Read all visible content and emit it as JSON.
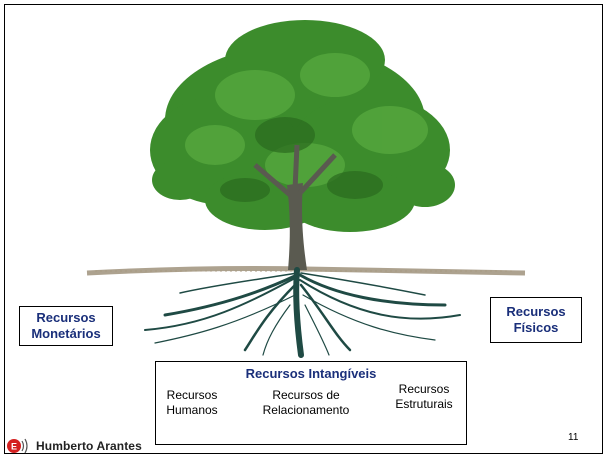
{
  "left_box": {
    "line1": "Recursos",
    "line2": "Monetários"
  },
  "right_box": {
    "line1": "Recursos",
    "line2": "Físicos"
  },
  "center_box": {
    "title": "Recursos  Intangíveis",
    "items": [
      {
        "line1": "Recursos",
        "line2": "Humanos"
      },
      {
        "line1": "Recursos de",
        "line2": "Relacionamento"
      },
      {
        "line1": "Recursos",
        "line2": "Estruturais"
      }
    ]
  },
  "page_number": "11",
  "logo": {
    "text": "Humberto Arantes",
    "mark_color": "#d42020"
  },
  "colors": {
    "accent_text": "#1a2f7a",
    "foliage": "#3c8c2c",
    "trunk": "#5a5a50",
    "roots": "#1f4a44"
  }
}
